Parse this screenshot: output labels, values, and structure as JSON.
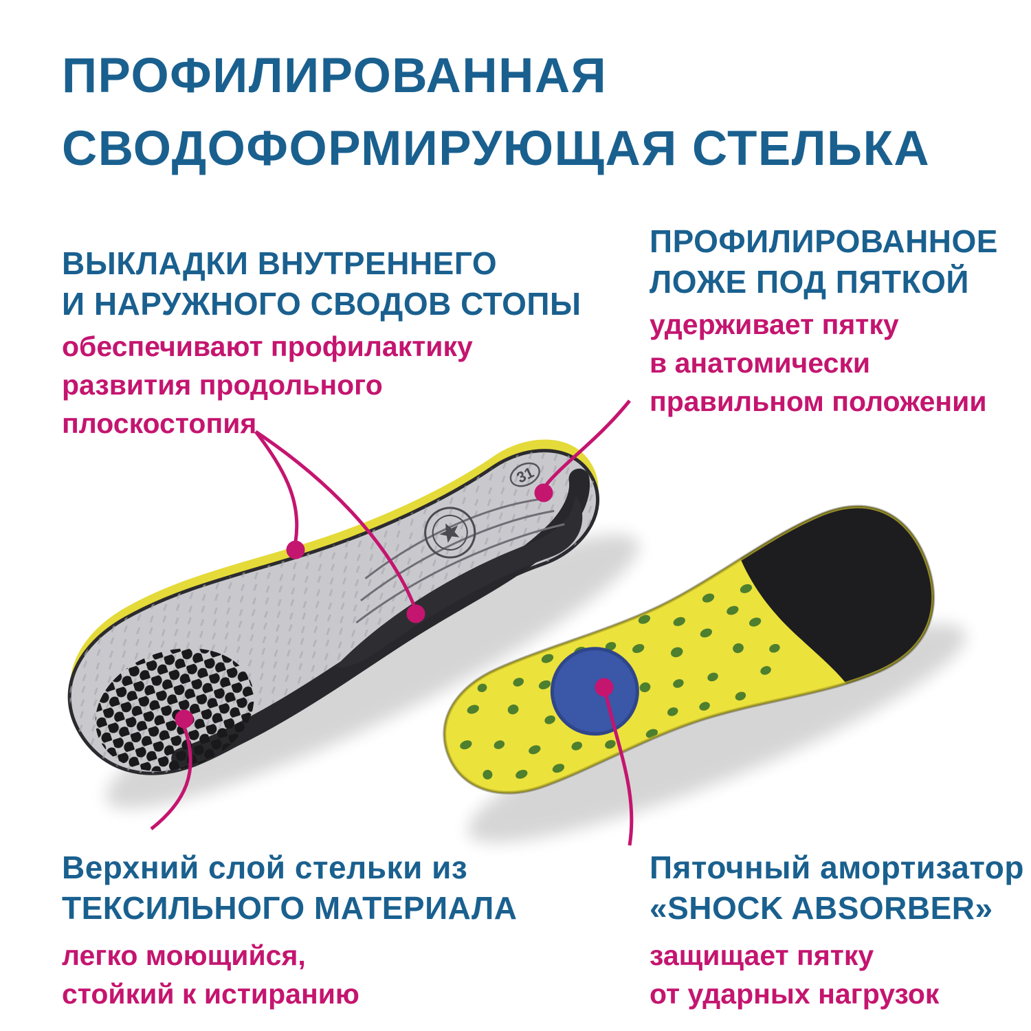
{
  "title": {
    "lines": [
      "ПРОФИЛИРОВАННАЯ",
      "СВОДОФОРМИРУЮЩАЯ СТЕЛЬКА"
    ]
  },
  "callouts": {
    "arch_pads": {
      "heading_lines": [
        "ВЫКЛАДКИ ВНУТРЕННЕГО",
        "И НАРУЖНОГО СВОДОВ СТОПЫ"
      ],
      "body_lines": [
        "обеспечивают профилактику",
        "развития продольного",
        "плоскостопия"
      ]
    },
    "heel_bed": {
      "heading_lines": [
        "ПРОФИЛИРОВАННОЕ",
        "ЛОЖЕ ПОД ПЯТКОЙ"
      ],
      "body_lines": [
        "удерживает пятку",
        "в анатомически",
        "правильном положении"
      ]
    },
    "textile_layer": {
      "heading_lines": [
        "Верхний слой стельки из",
        "ТЕКСИЛЬНОГО МАТЕРИАЛА"
      ],
      "body_lines": [
        "легко моющийся,",
        "стойкий к истиранию"
      ]
    },
    "shock_absorber": {
      "heading_lines": [
        "Пяточный амортизатор",
        "«SHOCK ABSORBER»"
      ],
      "body_lines": [
        "защищает пятку",
        "от ударных нагрузок"
      ]
    }
  },
  "insoles": {
    "size_label": "31"
  },
  "colors": {
    "heading_blue": "#1a608f",
    "accent_magenta": "#c4156f",
    "insole_yellow": "#ece23c",
    "dot_green": "#4d7f2e",
    "absorber_blue": "#3a57a8",
    "insole_gray": "#c9c9cd",
    "insole_dark": "#2a2a2e"
  }
}
